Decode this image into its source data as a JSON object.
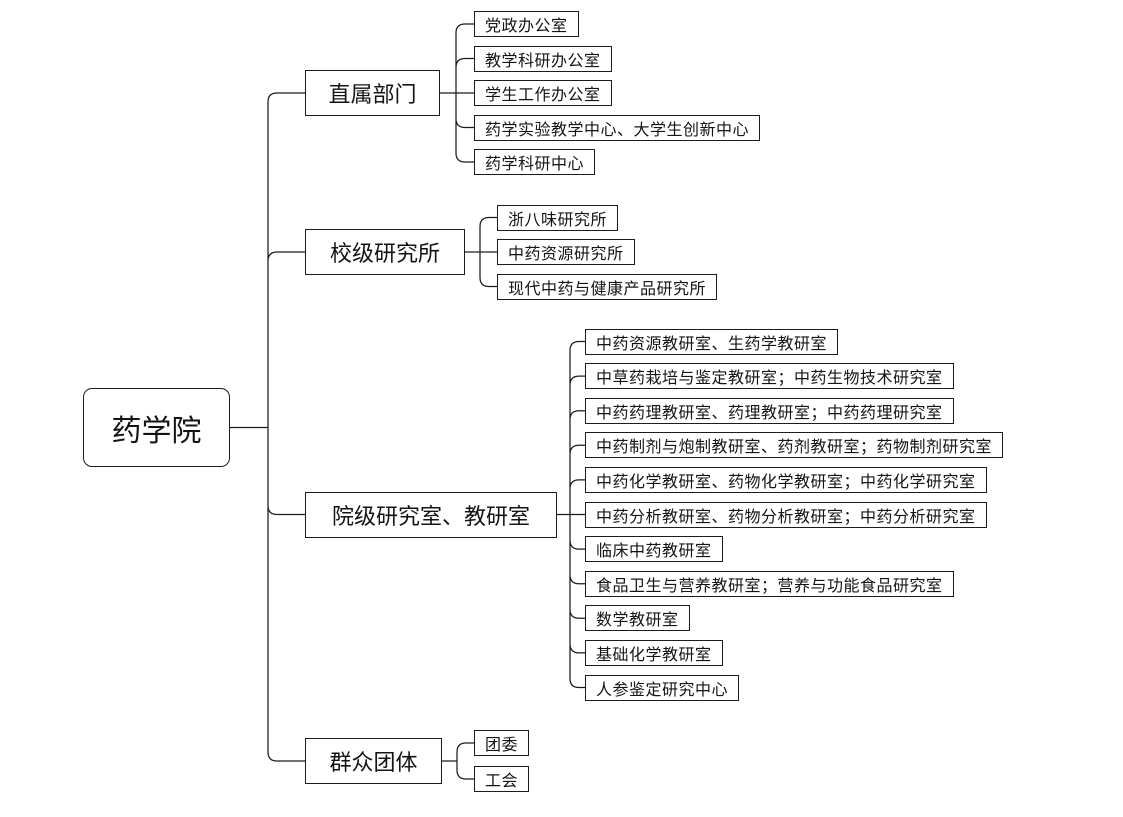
{
  "root": {
    "label": "药学院"
  },
  "groups": [
    {
      "label": "直属部门",
      "children": [
        "党政办公室",
        "教学科研办公室",
        "学生工作办公室",
        "药学实验教学中心、大学生创新中心",
        "药学科研中心"
      ]
    },
    {
      "label": "校级研究所",
      "children": [
        "浙八味研究所",
        "中药资源研究所",
        "现代中药与健康产品研究所"
      ]
    },
    {
      "label": "院级研究室、教研室",
      "children": [
        "中药资源教研室、生药学教研室",
        "中草药栽培与鉴定教研室；中药生物技术研究室",
        "中药药理教研室、药理教研室；中药药理研究室",
        "中药制剂与炮制教研室、药剂教研室；药物制剂研究室",
        "中药化学教研室、药物化学教研室；中药化学研究室",
        "中药分析教研室、药物分析教研室；中药分析研究室",
        "临床中药教研室",
        "食品卫生与营养教研室；营养与功能食品研究室",
        "数学教研室",
        "基础化学教研室",
        "人参鉴定研究中心"
      ]
    },
    {
      "label": "群众团体",
      "children": [
        "团委",
        "工会"
      ]
    }
  ],
  "colors": {
    "line": "#1c1c1c",
    "box_border": "#1c1c1c",
    "text": "#141414",
    "background": "#ffffff"
  }
}
